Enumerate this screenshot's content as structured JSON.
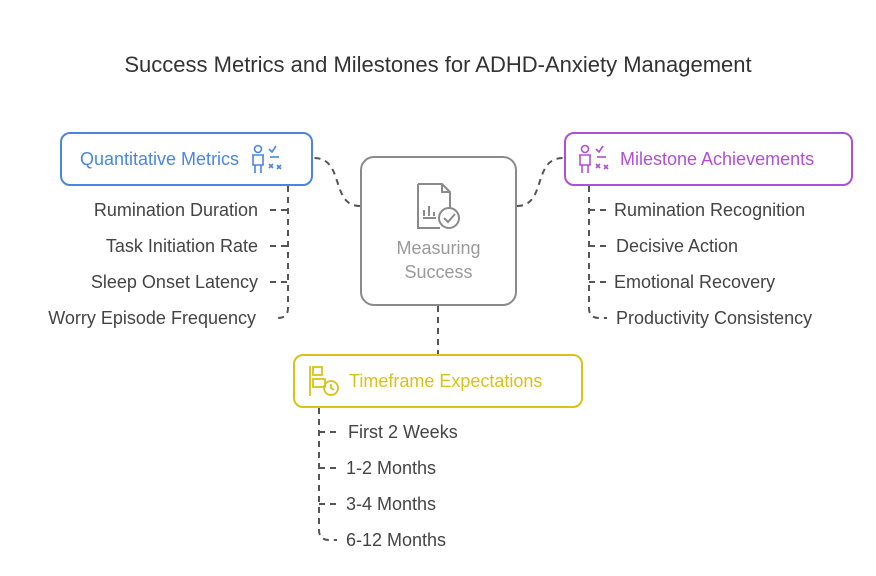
{
  "title": "Success Metrics and Milestones for ADHD-Anxiety Management",
  "center": {
    "label_line1": "Measuring",
    "label_line2": "Success",
    "icon": "report-check-icon",
    "color": "#8a8a8a"
  },
  "quantitative": {
    "label": "Quantitative Metrics",
    "icon": "person-checklist-icon",
    "color": "#4a86e0",
    "items": [
      "Rumination Duration",
      "Task Initiation Rate",
      "Sleep Onset Latency",
      "Worry Episode Frequency"
    ]
  },
  "milestones": {
    "label": "Milestone Achievements",
    "icon": "person-checklist-icon",
    "color": "#b04fd6",
    "items": [
      "Rumination Recognition",
      "Decisive Action",
      "Emotional Recovery",
      "Productivity Consistency"
    ]
  },
  "timeframe": {
    "label": "Timeframe Expectations",
    "icon": "timeline-clock-icon",
    "color": "#d8c21a",
    "items": [
      "First 2 Weeks",
      "1-2 Months",
      "3-4 Months",
      "6-12 Months"
    ]
  }
}
